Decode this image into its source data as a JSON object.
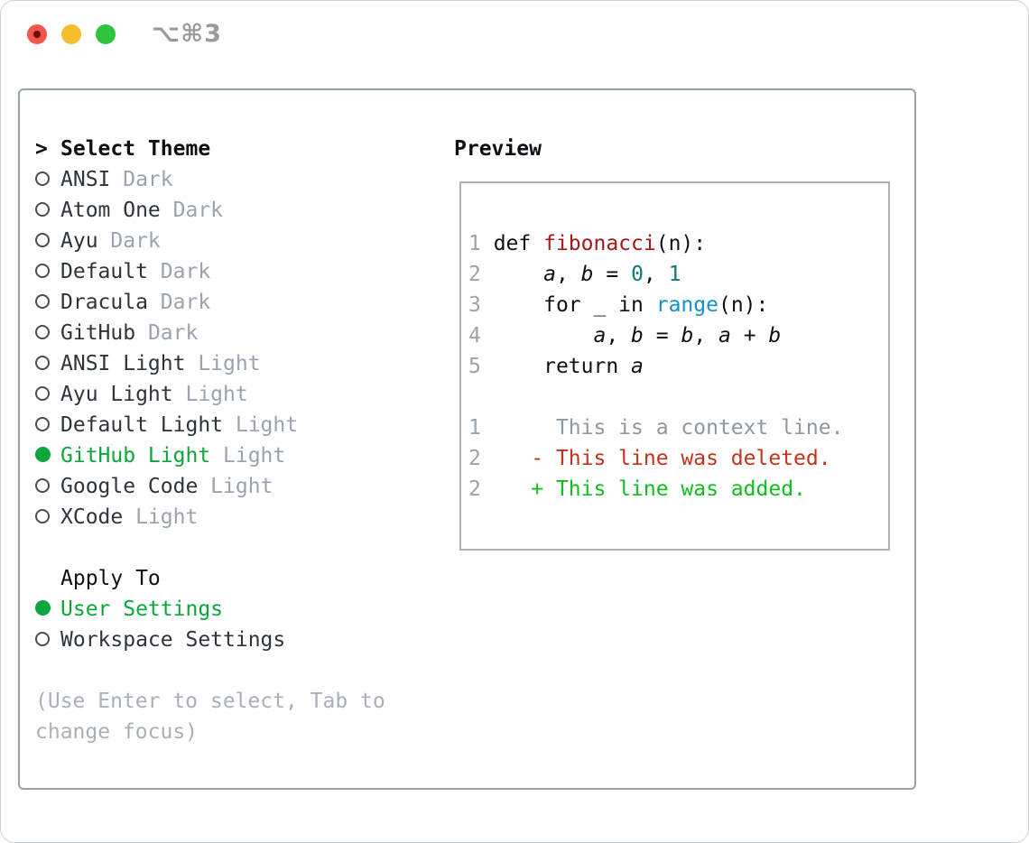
{
  "window": {
    "title": "⌥⌘3",
    "traffic_lights": [
      "close",
      "minimize",
      "zoom"
    ]
  },
  "theme_panel": {
    "header": {
      "prefix": ">",
      "label": "Select Theme"
    },
    "themes": [
      {
        "name": "ANSI",
        "variant": "Dark",
        "selected": false
      },
      {
        "name": "Atom One",
        "variant": "Dark",
        "selected": false
      },
      {
        "name": "Ayu",
        "variant": "Dark",
        "selected": false
      },
      {
        "name": "Default",
        "variant": "Dark",
        "selected": false
      },
      {
        "name": "Dracula",
        "variant": "Dark",
        "selected": false
      },
      {
        "name": "GitHub",
        "variant": "Dark",
        "selected": false
      },
      {
        "name": "ANSI Light",
        "variant": "Light",
        "selected": false
      },
      {
        "name": "Ayu Light",
        "variant": "Light",
        "selected": false
      },
      {
        "name": "Default Light",
        "variant": "Light",
        "selected": false
      },
      {
        "name": "GitHub Light",
        "variant": "Light",
        "selected": true
      },
      {
        "name": "Google Code",
        "variant": "Light",
        "selected": false
      },
      {
        "name": "XCode",
        "variant": "Light",
        "selected": false
      }
    ],
    "apply_to": {
      "label": "Apply To",
      "options": [
        {
          "name": "User Settings",
          "selected": true
        },
        {
          "name": "Workspace Settings",
          "selected": false
        }
      ]
    },
    "hint": "(Use Enter to select, Tab to change focus)"
  },
  "preview": {
    "label": "Preview",
    "code_lines": [
      {
        "num": "1",
        "tokens": [
          [
            "kw",
            "def "
          ],
          [
            "fn",
            "fibonacci"
          ],
          [
            "plain",
            "(n):"
          ]
        ]
      },
      {
        "num": "2",
        "tokens": [
          [
            "plain",
            "    "
          ],
          [
            "var",
            "a"
          ],
          [
            "plain",
            ", "
          ],
          [
            "var",
            "b"
          ],
          [
            "plain",
            " = "
          ],
          [
            "num",
            "0"
          ],
          [
            "plain",
            ", "
          ],
          [
            "num",
            "1"
          ]
        ]
      },
      {
        "num": "3",
        "tokens": [
          [
            "plain",
            "    for _ in "
          ],
          [
            "call",
            "range"
          ],
          [
            "plain",
            "(n):"
          ]
        ]
      },
      {
        "num": "4",
        "tokens": [
          [
            "plain",
            "        "
          ],
          [
            "var",
            "a"
          ],
          [
            "plain",
            ", "
          ],
          [
            "var",
            "b"
          ],
          [
            "plain",
            " = "
          ],
          [
            "var",
            "b"
          ],
          [
            "plain",
            ", "
          ],
          [
            "var",
            "a"
          ],
          [
            "plain",
            " + "
          ],
          [
            "var",
            "b"
          ]
        ]
      },
      {
        "num": "5",
        "tokens": [
          [
            "plain",
            "    return "
          ],
          [
            "var",
            "a"
          ]
        ]
      }
    ],
    "diff_lines": [
      {
        "num": "1",
        "type": "context",
        "text": "     This is a context line."
      },
      {
        "num": "2",
        "type": "deleted",
        "text": "   - This line was deleted."
      },
      {
        "num": "2",
        "type": "added",
        "text": "   + This line was added."
      }
    ]
  },
  "colors": {
    "accent_green": "#0ca63c",
    "diff_added": "#0fbe1f",
    "diff_deleted": "#c2331c",
    "code_function": "#a61717",
    "code_number": "#0b7a74",
    "code_call": "#168fcb",
    "text_dark": "#2e343c",
    "text_black": "#0d1116",
    "muted": "#9aa3af",
    "hint": "#a9b0ba",
    "border_panel": "#98a2ac",
    "border_box": "#a9b0b8",
    "linenum": "#9aa3ae",
    "context": "#8f97a1",
    "title_gray": "#9a9a9a",
    "light_red": "#f4564b",
    "light_red_dot": "#6d0b04",
    "light_yellow": "#f8bd2f",
    "light_green": "#2ec440"
  }
}
